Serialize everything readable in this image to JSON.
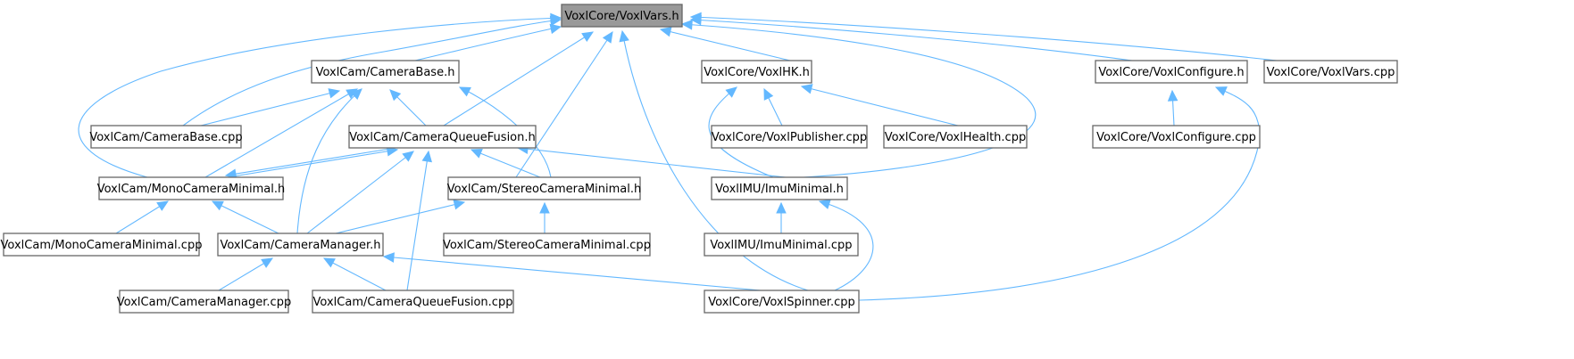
{
  "title": "VoxlCore/VoxlVars.h",
  "colors": {
    "edge": "#63b8ff",
    "node_border": "#666666",
    "root_fill": "#999999",
    "node_fill": "#ffffff"
  },
  "nodes": [
    {
      "id": "vars_h",
      "label": "VoxlCore/VoxlVars.h",
      "root": true
    },
    {
      "id": "cambase_h",
      "label": "VoxlCam/CameraBase.h"
    },
    {
      "id": "hk_h",
      "label": "VoxlCore/VoxlHK.h"
    },
    {
      "id": "configure_h",
      "label": "VoxlCore/VoxlConfigure.h"
    },
    {
      "id": "vars_cpp",
      "label": "VoxlCore/VoxlVars.cpp"
    },
    {
      "id": "cambase_cpp",
      "label": "VoxlCam/CameraBase.cpp"
    },
    {
      "id": "cqf_h",
      "label": "VoxlCam/CameraQueueFusion.h"
    },
    {
      "id": "publisher_cpp",
      "label": "VoxlCore/VoxlPublisher.cpp"
    },
    {
      "id": "health_cpp",
      "label": "VoxlCore/VoxlHealth.cpp"
    },
    {
      "id": "configure_cpp",
      "label": "VoxlCore/VoxlConfigure.cpp"
    },
    {
      "id": "mono_h",
      "label": "VoxlCam/MonoCameraMinimal.h"
    },
    {
      "id": "stereo_h",
      "label": "VoxlCam/StereoCameraMinimal.h"
    },
    {
      "id": "imu_h",
      "label": "VoxlIMU/ImuMinimal.h"
    },
    {
      "id": "mono_cpp",
      "label": "VoxlCam/MonoCameraMinimal.cpp"
    },
    {
      "id": "cammgr_h",
      "label": "VoxlCam/CameraManager.h"
    },
    {
      "id": "stereo_cpp",
      "label": "VoxlCam/StereoCameraMinimal.cpp"
    },
    {
      "id": "imu_cpp",
      "label": "VoxlIMU/ImuMinimal.cpp"
    },
    {
      "id": "cammgr_cpp",
      "label": "VoxlCam/CameraManager.cpp"
    },
    {
      "id": "cqf_cpp",
      "label": "VoxlCam/CameraQueueFusion.cpp"
    },
    {
      "id": "spinner_cpp",
      "label": "VoxlCore/VoxlSpinner.cpp"
    }
  ],
  "edges": [
    {
      "from": "cambase_h",
      "to": "vars_h"
    },
    {
      "from": "hk_h",
      "to": "vars_h"
    },
    {
      "from": "configure_h",
      "to": "vars_h"
    },
    {
      "from": "vars_cpp",
      "to": "vars_h"
    },
    {
      "from": "cambase_cpp",
      "to": "vars_h"
    },
    {
      "from": "cqf_h",
      "to": "vars_h"
    },
    {
      "from": "mono_h",
      "to": "vars_h"
    },
    {
      "from": "stereo_h",
      "to": "vars_h"
    },
    {
      "from": "imu_h",
      "to": "vars_h"
    },
    {
      "from": "spinner_cpp",
      "to": "vars_h"
    },
    {
      "from": "cambase_cpp",
      "to": "cambase_h"
    },
    {
      "from": "cqf_h",
      "to": "cambase_h"
    },
    {
      "from": "mono_h",
      "to": "cambase_h"
    },
    {
      "from": "stereo_h",
      "to": "cambase_h"
    },
    {
      "from": "cammgr_h",
      "to": "cambase_h"
    },
    {
      "from": "publisher_cpp",
      "to": "hk_h"
    },
    {
      "from": "health_cpp",
      "to": "hk_h"
    },
    {
      "from": "imu_h",
      "to": "hk_h"
    },
    {
      "from": "configure_cpp",
      "to": "configure_h"
    },
    {
      "from": "spinner_cpp",
      "to": "configure_h"
    },
    {
      "from": "mono_h",
      "to": "cqf_h"
    },
    {
      "from": "cqf_h",
      "to": "mono_h"
    },
    {
      "from": "stereo_h",
      "to": "cqf_h"
    },
    {
      "from": "imu_h",
      "to": "cqf_h"
    },
    {
      "from": "cammgr_h",
      "to": "cqf_h"
    },
    {
      "from": "cqf_cpp",
      "to": "cqf_h"
    },
    {
      "from": "mono_cpp",
      "to": "mono_h"
    },
    {
      "from": "cammgr_h",
      "to": "mono_h"
    },
    {
      "from": "cammgr_h",
      "to": "stereo_h"
    },
    {
      "from": "stereo_cpp",
      "to": "stereo_h"
    },
    {
      "from": "imu_cpp",
      "to": "imu_h"
    },
    {
      "from": "spinner_cpp",
      "to": "imu_h"
    },
    {
      "from": "cammgr_cpp",
      "to": "cammgr_h"
    },
    {
      "from": "cqf_cpp",
      "to": "cammgr_h"
    },
    {
      "from": "spinner_cpp",
      "to": "cammgr_h"
    }
  ]
}
